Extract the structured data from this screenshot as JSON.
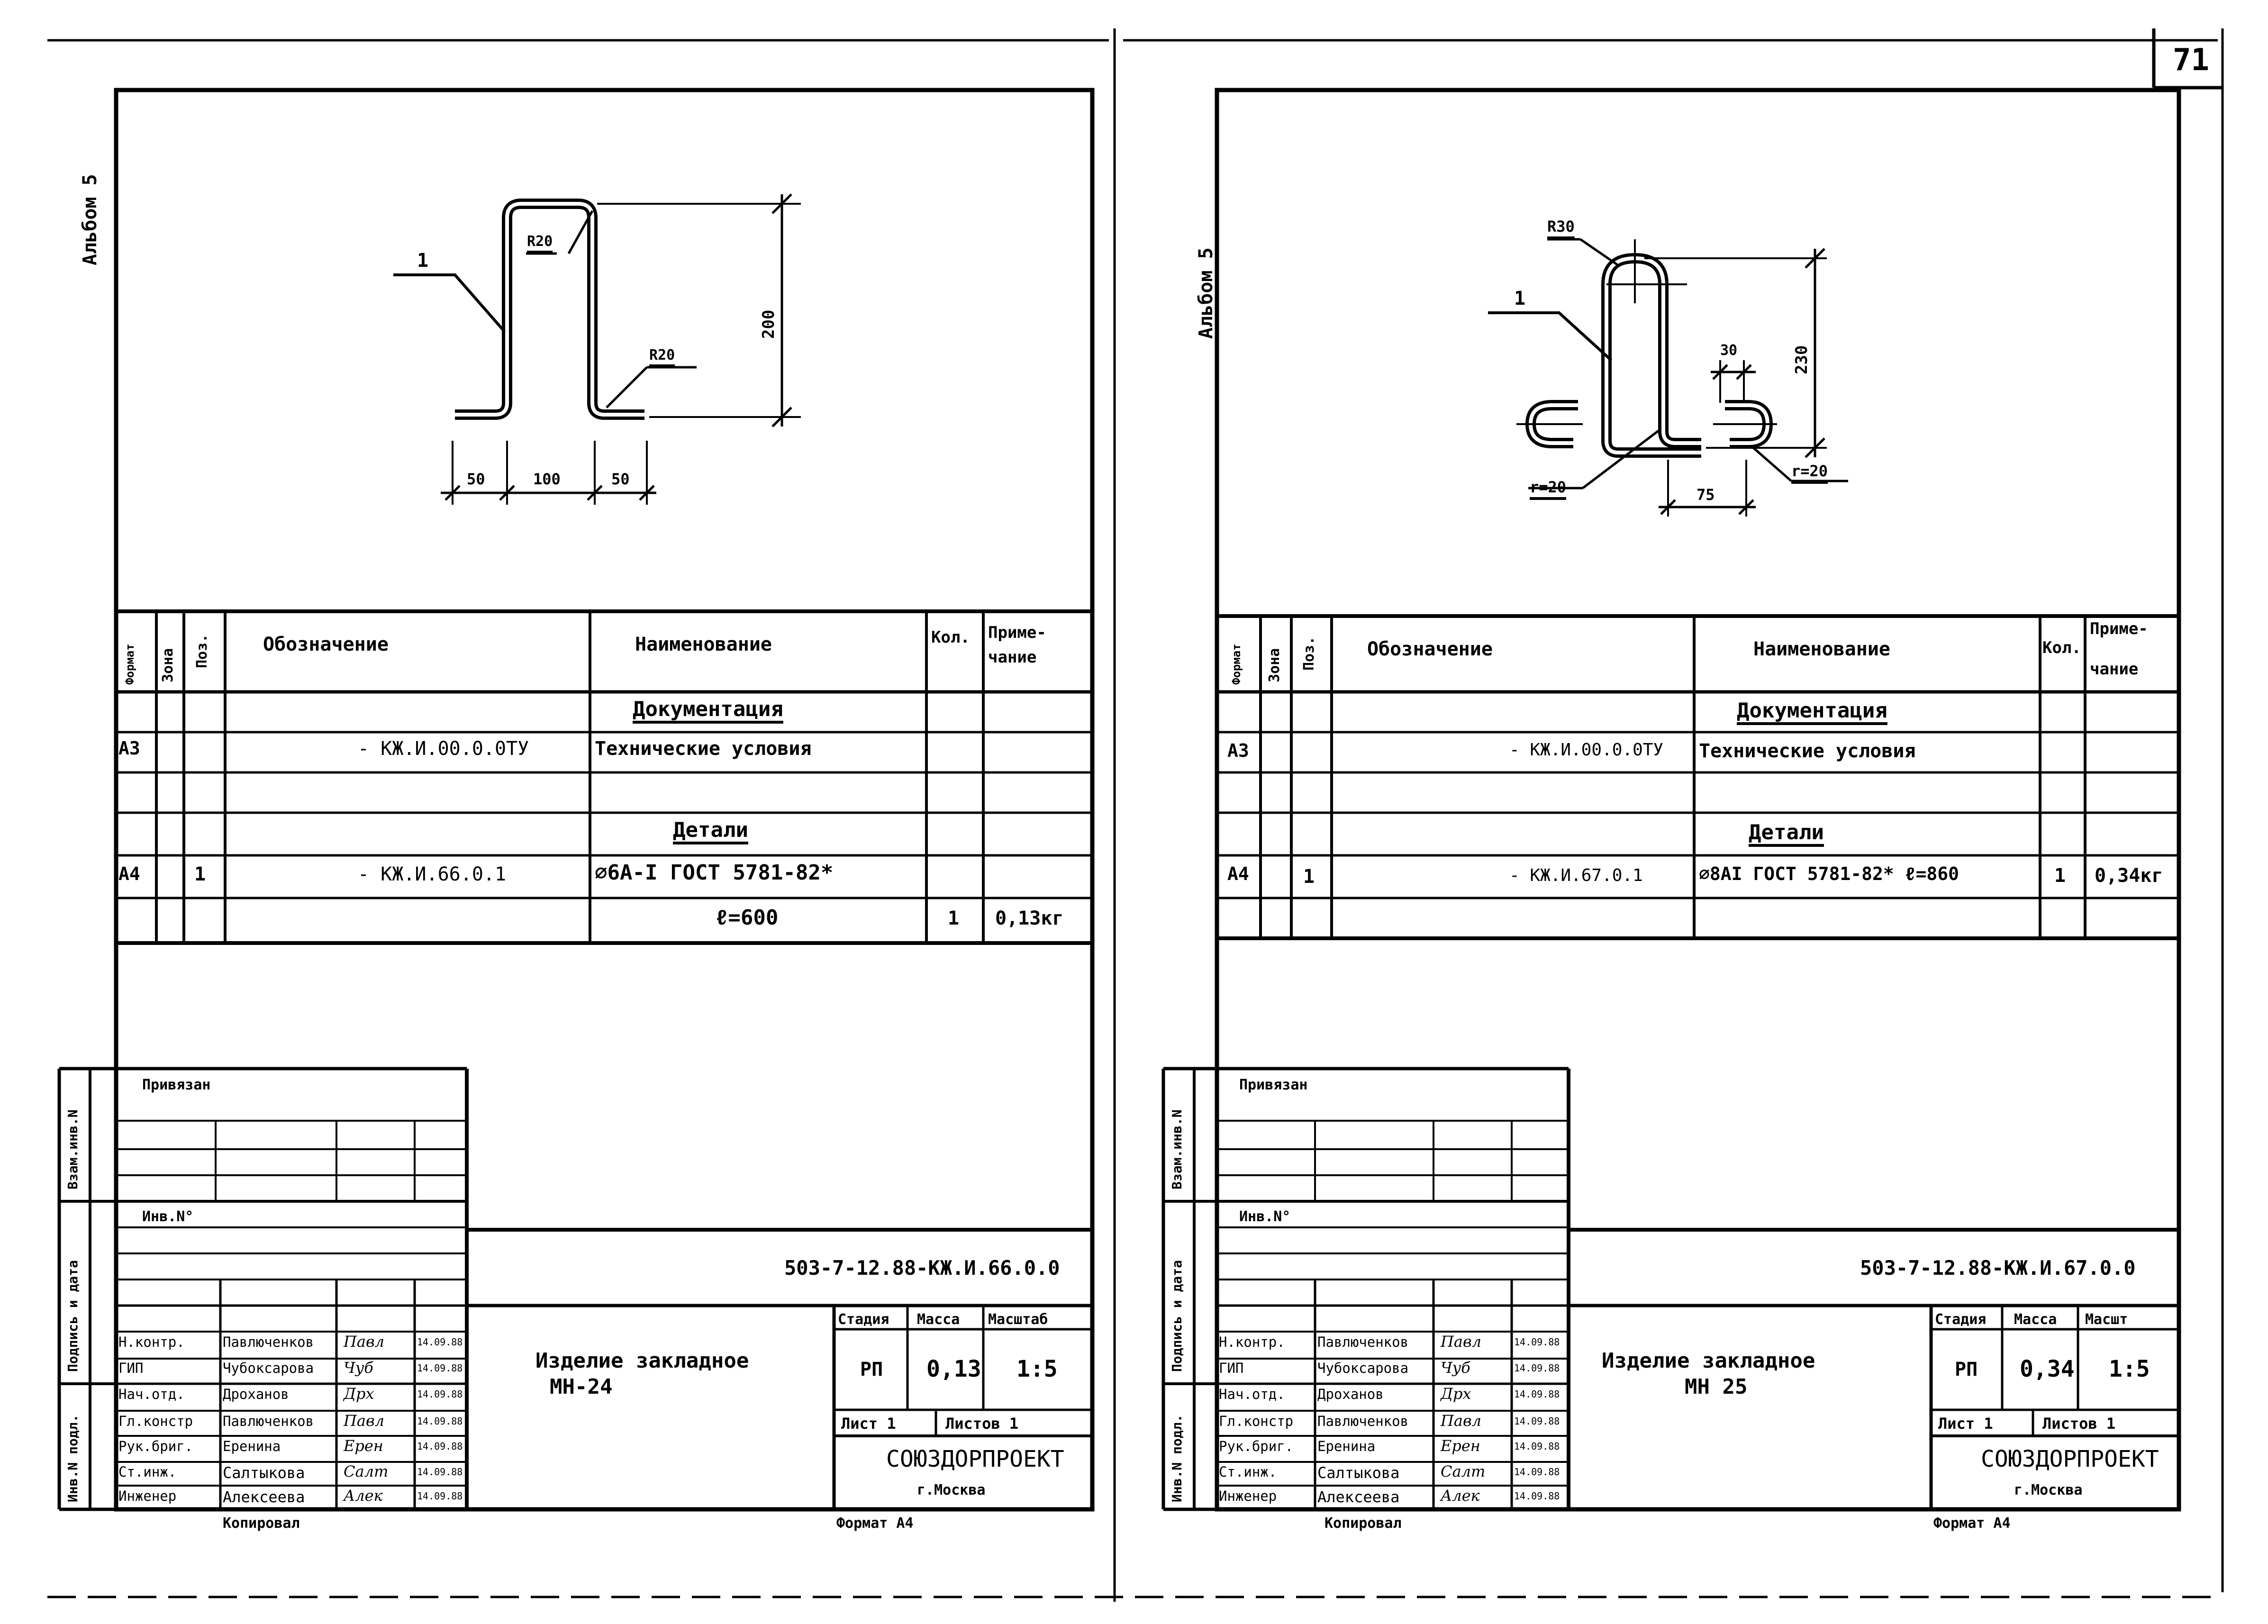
{
  "page_number": "71",
  "left": {
    "album": "Альбом 5",
    "drawing": {
      "pos": "1",
      "r_top": "R20",
      "r_bottom": "R20",
      "dim_height": "200",
      "dim_left": "50",
      "dim_mid": "100",
      "dim_right": "50"
    },
    "spec": {
      "headers": {
        "format": "Формат",
        "zone": "Зона",
        "pos": "Поз.",
        "designation": "Обозначение",
        "name": "Наименование",
        "qty": "Кол.",
        "note_1": "Приме-",
        "note_2": "чание"
      },
      "section_docs": "Документация",
      "row_docs": {
        "format": "А3",
        "designation": "- КЖ.И.00.0.0ТУ",
        "name": "Технические условия"
      },
      "section_parts": "Детали",
      "row_part": {
        "format": "А4",
        "pos": "1",
        "designation": "- КЖ.И.66.0.1",
        "name": "⌀6А-I ГОСТ 5781-82*"
      },
      "row_part_2": {
        "name": "ℓ=600",
        "qty": "1",
        "note": "0,13кг"
      }
    },
    "stamp": {
      "privyazan": "Привязан",
      "inv_no": "Инв.N°",
      "side_vzam": "Взам.инв.N",
      "side_podp": "Подпись и дата",
      "side_inv": "Инв.N подл.",
      "code": "503-7-12.88-КЖ.И.66.0.0",
      "title_1": "Изделие закладное",
      "title_2": "МН-24",
      "h_stage": "Стадия",
      "h_mass": "Масса",
      "h_scale": "Масштаб",
      "stage": "РП",
      "mass": "0,13",
      "scale": "1:5",
      "sheet": "Лист 1",
      "sheets": "Листов 1",
      "org": "СОЮЗДОРПРОЕКТ",
      "city": "г.Москва",
      "copied": "Копировал",
      "format": "Формат А4",
      "people": [
        {
          "role": "Н.контр.",
          "name": "Павлюченков",
          "sig": "Павл",
          "date": "14.09.88"
        },
        {
          "role": "ГИП",
          "name": "Чубоксарова",
          "sig": "Чуб",
          "date": "14.09.88"
        },
        {
          "role": "Нач.отд.",
          "name": "Дроханов",
          "sig": "Дрх",
          "date": "14.09.88"
        },
        {
          "role": "Гл.констр",
          "name": "Павлюченков",
          "sig": "Павл",
          "date": "14.09.88"
        },
        {
          "role": "Рук.бриг.",
          "name": "Еренина",
          "sig": "Ерен",
          "date": "14.09.88"
        },
        {
          "role": "Ст.инж.",
          "name": "Салтыкова",
          "sig": "Салт",
          "date": "14.09.88"
        },
        {
          "role": "Инженер",
          "name": "Алексеева",
          "sig": "Алек",
          "date": "14.09.88"
        }
      ]
    }
  },
  "right": {
    "album": "Альбом 5",
    "drawing": {
      "pos": "1",
      "r_top": "R30",
      "r_left": "r=20",
      "r_right": "r=20",
      "dim_height": "230",
      "dim_gap": "30",
      "dim_bottom": "75"
    },
    "spec": {
      "headers": {
        "format": "Формат",
        "zone": "Зона",
        "pos": "Поз.",
        "designation": "Обозначение",
        "name": "Наименование",
        "qty": "Кол.",
        "note_1": "Приме-",
        "note_2": "чание"
      },
      "section_docs": "Документация",
      "row_docs": {
        "format": "А3",
        "designation": "- КЖ.И.00.0.0ТУ",
        "name": "Технические условия"
      },
      "section_parts": "Детали",
      "row_part": {
        "format": "А4",
        "pos": "1",
        "designation": "- КЖ.И.67.0.1",
        "name": "⌀8АI ГОСТ 5781-82* ℓ=860",
        "qty": "1",
        "note": "0,34кг"
      }
    },
    "stamp": {
      "privyazan": "Привязан",
      "inv_no": "Инв.N°",
      "side_vzam": "Взам.инв.N",
      "side_podp": "Подпись и дата",
      "side_inv": "Инв.N подл.",
      "code": "503-7-12.88-КЖ.И.67.0.0",
      "title_1": "Изделие закладное",
      "title_2": "МН 25",
      "h_stage": "Стадия",
      "h_mass": "Масса",
      "h_scale": "Масшт",
      "stage": "РП",
      "mass": "0,34",
      "scale": "1:5",
      "sheet": "Лист 1",
      "sheets": "Листов 1",
      "org": "СОЮЗДОРПРОЕКТ",
      "city": "г.Москва",
      "copied": "Копировал",
      "format": "Формат А4",
      "people": [
        {
          "role": "Н.контр.",
          "name": "Павлюченков",
          "sig": "Павл",
          "date": "14.09.88"
        },
        {
          "role": "ГИП",
          "name": "Чубоксарова",
          "sig": "Чуб",
          "date": "14.09.88"
        },
        {
          "role": "Нач.отд.",
          "name": "Дроханов",
          "sig": "Дрх",
          "date": "14.09.88"
        },
        {
          "role": "Гл.констр",
          "name": "Павлюченков",
          "sig": "Павл",
          "date": "14.09.88"
        },
        {
          "role": "Рук.бриг.",
          "name": "Еренина",
          "sig": "Ерен",
          "date": "14.09.88"
        },
        {
          "role": "Ст.инж.",
          "name": "Салтыкова",
          "sig": "Салт",
          "date": "14.09.88"
        },
        {
          "role": "Инженер",
          "name": "Алексеева",
          "sig": "Алек",
          "date": "14.09.88"
        }
      ]
    }
  }
}
